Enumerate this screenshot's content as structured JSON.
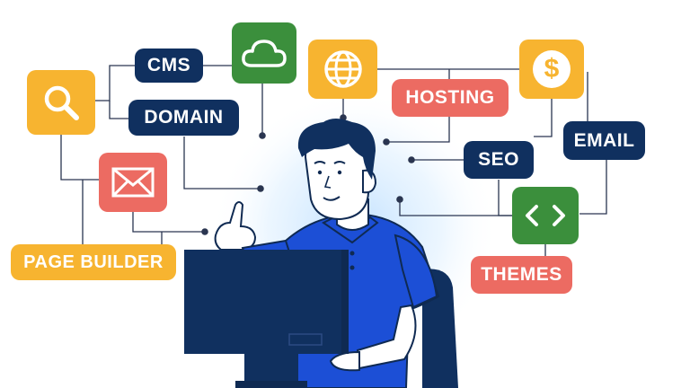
{
  "labels": {
    "cms": "CMS",
    "domain": "DOMAIN",
    "hosting": "HOSTING",
    "seo": "SEO",
    "email": "EMAIL",
    "themes": "THEMES",
    "page_builder": "PAGE BUILDER"
  },
  "icons": {
    "search": "search-icon",
    "cloud": "cloud-icon",
    "globe": "globe-icon",
    "dollar": "dollar-icon",
    "mail": "mail-icon",
    "code": "code-icon"
  },
  "colors": {
    "navy": "#10305f",
    "red": "#ec6b62",
    "yellow": "#f7b430",
    "green": "#3b8f3c",
    "blue_shirt": "#1c4fd6",
    "dark_navy": "#0f2a52"
  }
}
